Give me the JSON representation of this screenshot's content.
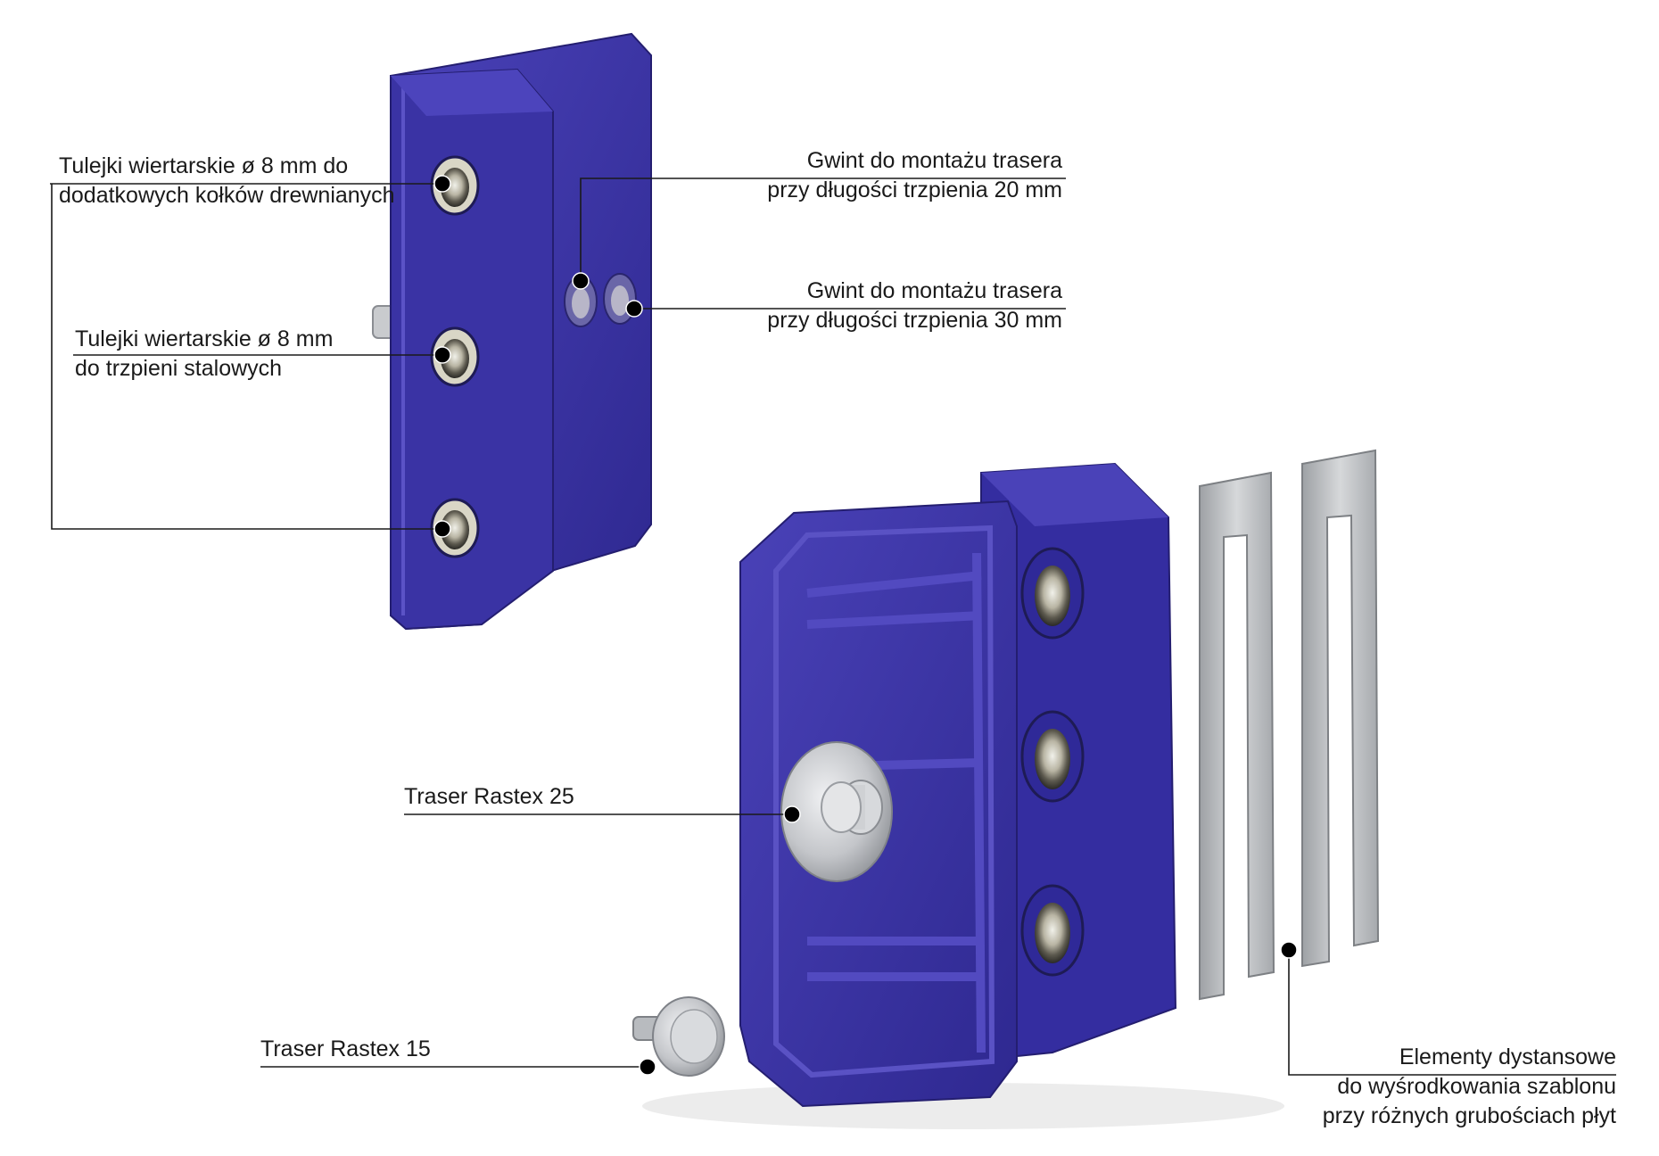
{
  "colors": {
    "plastic_blue": "#3b33a6",
    "plastic_shadow": "#27207a",
    "plastic_highlight": "#5a52c4",
    "metal": "#c8cacd",
    "metal_dark": "#8d9096",
    "leader_line": "#1a1a1a",
    "text": "#1a1a1a"
  },
  "callouts": {
    "bushings_dowels": {
      "line1": "Tulejki wiertarskie ø 8 mm do",
      "line2": "dodatkowych kołków drewnianych"
    },
    "bushings_steel": {
      "line1": "Tulejki wiertarskie ø 8 mm",
      "line2": "do trzpieni stalowych"
    },
    "thread_20": {
      "line1": "Gwint do montażu trasera",
      "line2": "przy długości trzpienia 20 mm"
    },
    "thread_30": {
      "line1": "Gwint do montażu trasera",
      "line2": "przy długości trzpienia 30 mm"
    },
    "traser_25": {
      "line1": "Traser Rastex 25"
    },
    "traser_15": {
      "line1": "Traser Rastex 15"
    },
    "spacers": {
      "line1": "Elementy dystansowe",
      "line2": "do wyśrodkowania szablonu",
      "line3": "przy różnych grubościach płyt"
    }
  }
}
